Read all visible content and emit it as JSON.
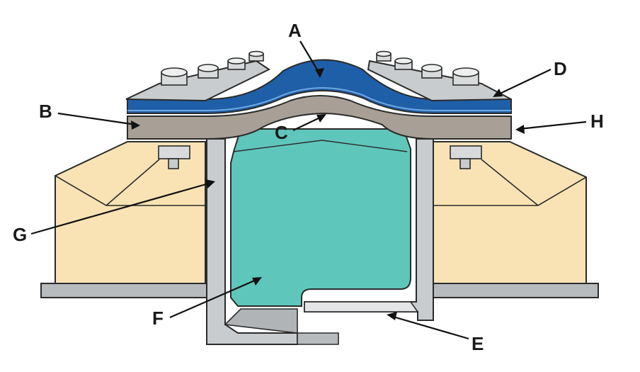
{
  "labels": {
    "A": "A",
    "B": "B",
    "C": "C",
    "D": "D",
    "E": "E",
    "F": "F",
    "G": "G",
    "H": "H"
  },
  "colors": {
    "background": "#ffffff",
    "concrete": "#f9e3b4",
    "concrete_shade": "#f1d39a",
    "cover": "#1f5fa8",
    "cover_dark": "#163f78",
    "pad": "#a8a096",
    "pad_dark": "#857c72",
    "seal": "#5fc6bb",
    "seal_dark": "#3f9e94",
    "steel": "#c9ccce",
    "steel_dark": "#8e9294",
    "outline": "#2b2b2b"
  }
}
